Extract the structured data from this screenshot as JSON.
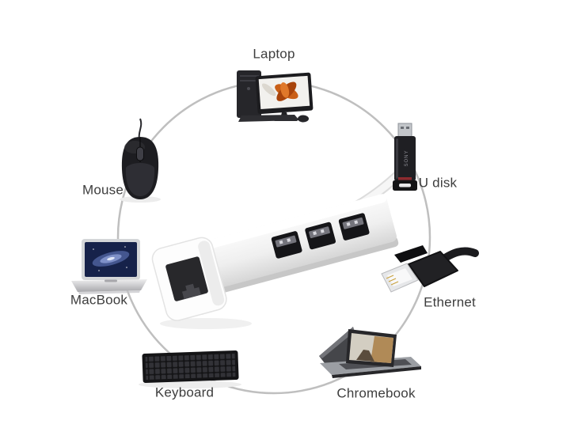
{
  "colors": {
    "background": "#ffffff",
    "circle": "#bfbfbf",
    "label_text": "#3d3d3d",
    "hub_body": "#f5f5f5"
  },
  "devices": [
    {
      "id": "laptop",
      "label": "Laptop",
      "icon": "desktop-computer-photo"
    },
    {
      "id": "u_disk",
      "label": "U disk",
      "icon": "usb-flash-drive-photo",
      "brand": "SONY"
    },
    {
      "id": "ethernet",
      "label": "Ethernet",
      "icon": "rj45-connector-photo"
    },
    {
      "id": "chromebook",
      "label": "Chromebook",
      "icon": "chromebook-laptop-photo"
    },
    {
      "id": "keyboard",
      "label": "Keyboard",
      "icon": "keyboard-photo"
    },
    {
      "id": "macbook",
      "label": "MacBook",
      "icon": "macbook-photo"
    },
    {
      "id": "mouse",
      "label": "Mouse",
      "icon": "computer-mouse-photo"
    }
  ],
  "hub": {
    "icon": "usb-hub-with-ethernet-photo",
    "usb_ports": 3,
    "ethernet_ports": 1
  }
}
